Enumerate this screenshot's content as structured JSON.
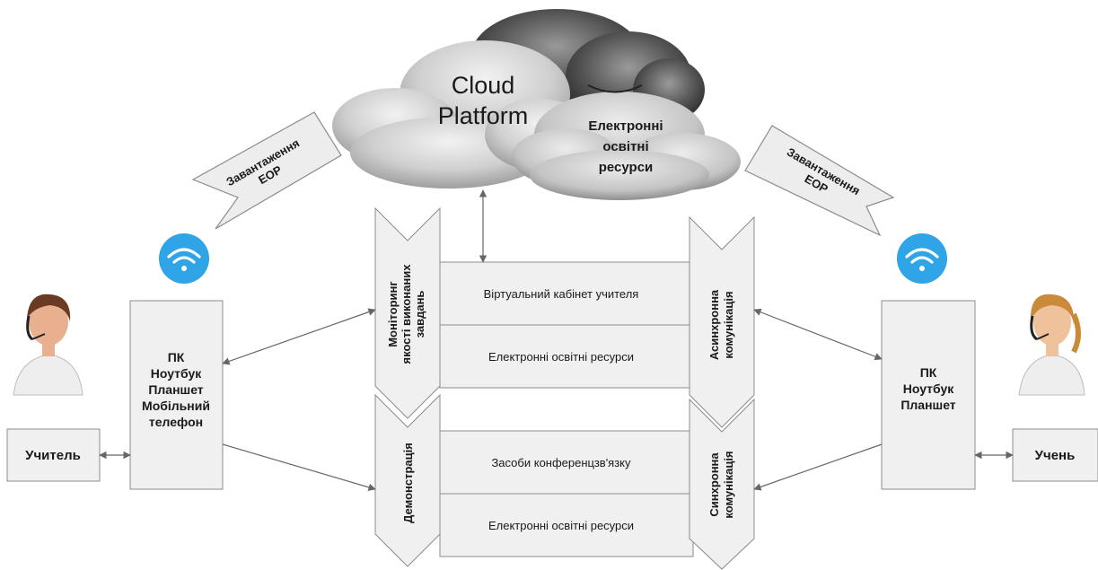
{
  "cloud": {
    "title_line1": "Cloud",
    "title_line2": "Platform",
    "resources_line1": "Електронні",
    "resources_line2": "освітні",
    "resources_line3": "ресурси"
  },
  "upload_left": {
    "line1": "Завантаження",
    "line2": "ЕОР"
  },
  "upload_right": {
    "line1": "Завантаження",
    "line2": "ЕОР"
  },
  "teacher": {
    "label": "Учитель",
    "devices": [
      "ПК",
      "Ноутбук",
      "Планшет",
      "Мобільний",
      "телефон"
    ]
  },
  "student": {
    "label": "Учень",
    "devices": [
      "ПК",
      "Ноутбук",
      "Планшет"
    ]
  },
  "top_block": {
    "left_banner": [
      "Моніторинг",
      "якості виконаних",
      "завдань"
    ],
    "right_banner": [
      "Асинхронна",
      "комунікація"
    ],
    "row1": "Віртуальний кабінет учителя",
    "row2": "Електронні освітні ресурси"
  },
  "bottom_block": {
    "left_banner": [
      "Демонстрація"
    ],
    "right_banner": [
      "Синхронна",
      "комунікація"
    ],
    "row1": "Засоби конференцзв'язку",
    "row2": "Електронні освітні ресурси"
  },
  "colors": {
    "box_fill": "#f0f0f0",
    "box_stroke": "#8c8c8c",
    "wifi": "#2fa4e7",
    "arrow": "#666666",
    "cloud_dark": "#4a4a4a",
    "cloud_light": "#d4d4d4"
  }
}
